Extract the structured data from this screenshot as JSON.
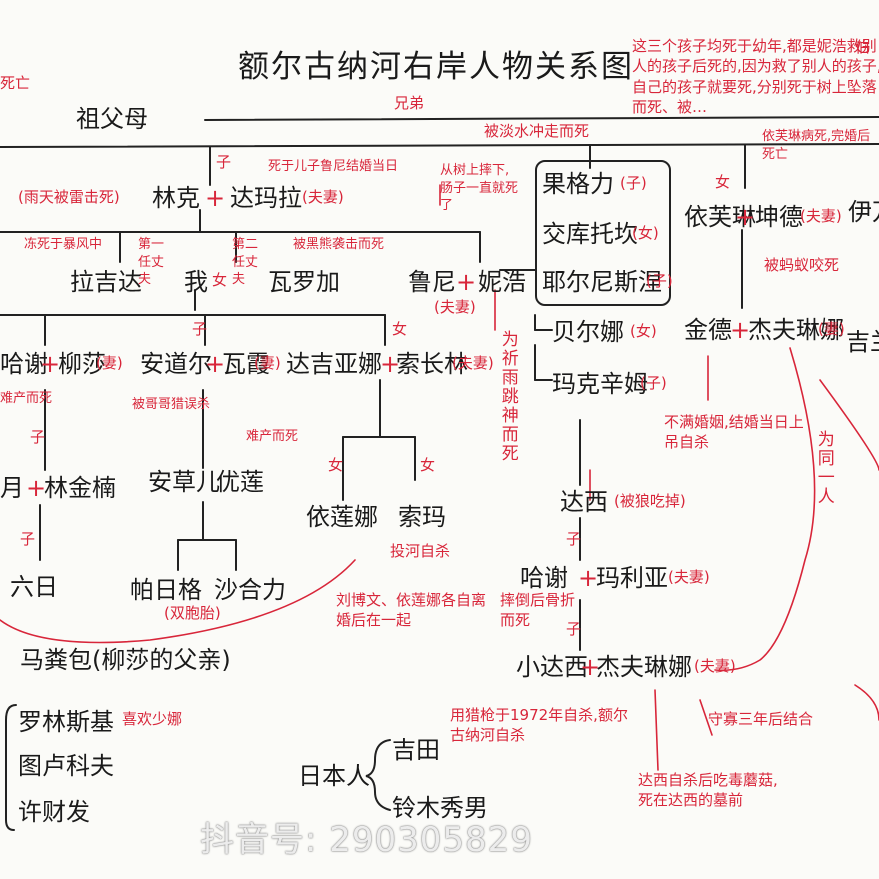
{
  "title": "额尔古纳河右岸人物关系图",
  "edge": {
    "left_top": "死亡",
    "top_right": "伯"
  },
  "ancestors": "祖父母",
  "labels": {
    "brothers": "兄弟",
    "son": "子",
    "daughter": "女",
    "plus": "+",
    "grandson": "子"
  },
  "gen1": {
    "linke": "林克",
    "dashmala": "达玛拉",
    "couple": "(夫妻)",
    "linke_note": "(雨天被雷击死)",
    "son_note": "死于儿子鲁尼结婚当日"
  },
  "gen2": {
    "laguda": "拉吉达",
    "wo": "我",
    "wo_suffix": "女",
    "waluojia": "瓦罗加",
    "first_husband": "第一任丈夫",
    "second_husband": "第二任丈夫",
    "laguda_note": "冻死于暴风中",
    "waluojia_note": "被黑熊袭击而死",
    "luni": "鲁尼",
    "nihao": "妮浩",
    "luni_couple": "(夫妻)",
    "nihao_vertical": "为祈雨跳神而死"
  },
  "nihao_children_box": {
    "items": [
      {
        "name": "果格力",
        "tag": "(子)"
      },
      {
        "name": "交库托坎",
        "tag": "(女)"
      },
      {
        "name": "耶尔尼斯涅",
        "tag": "(子)"
      }
    ],
    "note": "这三个孩子均死于幼年,都是妮浩救别人的孩子后死的,因为救了别人的孩子,自己的孩子就要死,分别死于树上坠落而死、被…",
    "note_short": "被淡水冲走而死",
    "fall_note": "从树上摔下,肠子一直就死了"
  },
  "more_children": [
    {
      "name": "贝尔娜",
      "tag": "(女)"
    },
    {
      "name": "玛克辛姆",
      "tag": "(子)"
    }
  ],
  "gen2_right": {
    "yifulin": "依芙琳",
    "kundeng": "坤德",
    "couple": "(夫妻)",
    "note_top": "依芙琳病死,完婚后死亡",
    "kundeng_note": "被蚂蚁咬死",
    "extra": "伊万"
  },
  "gen3": {
    "naheqin": "哈谢",
    "liusha": "柳莎",
    "liusha_tag": "(妻)",
    "liusha_note": "难产而死",
    "andaoer": "安道尔",
    "waxia": "瓦霞",
    "waxia_tag": "(妻)",
    "andaoer_note": "被哥哥猎误杀",
    "dajiyana": "达吉亚娜",
    "suochangfu": "索长林",
    "da_couple": "(夫妻)",
    "jinde": "金德",
    "jieshulina": "杰夫琳娜",
    "jinde_tag": "(妻)",
    "jinde_note": "不满婚姻,结婚当日上吊自杀",
    "right_partial": "吉兰"
  },
  "gen4": {
    "yue": "月",
    "linjinnan": "林金楠",
    "ancaoer": "安草儿",
    "youlian": "优莲",
    "youlian_note": "难产而死",
    "yilianna": "依莲娜",
    "suoma": "索玛",
    "yilianna_note": "投河自杀",
    "liubowen_note": "刘博文、依莲娜各自离婚后在一起",
    "daxi": "达西",
    "daxi_note": "(被狼吃掉)"
  },
  "gen5": {
    "liuri": "六日",
    "bailunge": "帕日格",
    "shajin": "沙合力",
    "twins": "(双胞胎)",
    "hasha": "哈谢",
    "maliya": "玛利亚",
    "hasha_couple": "(夫妻)",
    "hasha_note": "摔倒后骨折而死",
    "xiaodaxi": "小达西",
    "jieshulina2": "杰夫琳娜",
    "xiao_couple": "(夫妻)",
    "same_person": "为同一人",
    "widow_note": "守寡三年后结合",
    "xiaodaxi_note": "用猎枪于1972年自杀,额尔古纳河自杀",
    "mushroom_note": "达西自杀后吃毒蘑菇,死在达西的墓前"
  },
  "others": {
    "mafenbao": "马粪包(柳莎的父亲)",
    "russians": [
      "罗林斯基",
      "图卢科夫",
      "许财发"
    ],
    "russian_note": "喜欢少娜",
    "japanese": "日本人",
    "japanese_names": [
      "吉田",
      "铃木秀男"
    ]
  },
  "watermark": "抖音号: 290305829",
  "colors": {
    "ink": "#1a1a1a",
    "red": "#d8263a",
    "bg": "#fbfbf8"
  }
}
